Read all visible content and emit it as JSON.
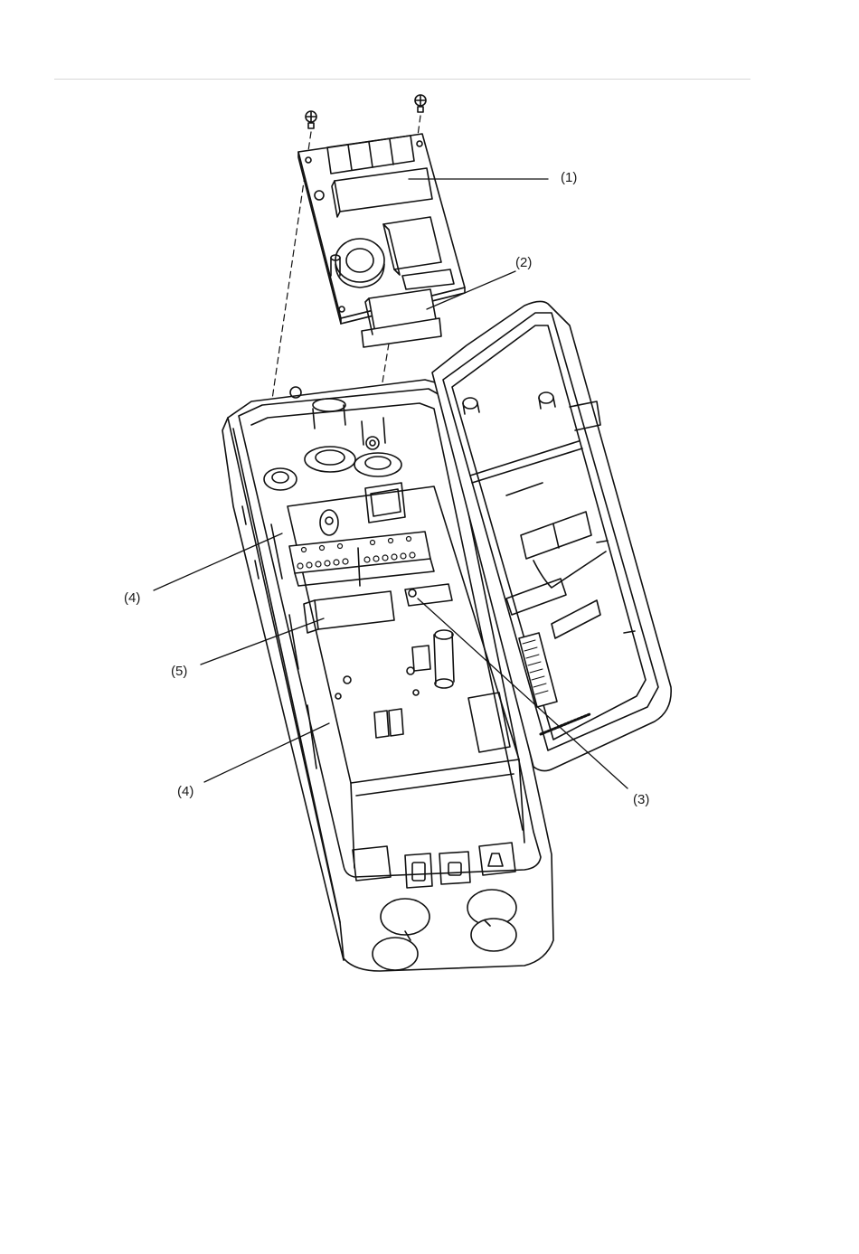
{
  "figure": {
    "callouts": [
      {
        "id": "c1",
        "label": "(1)"
      },
      {
        "id": "c2",
        "label": "(2)"
      },
      {
        "id": "c3",
        "label": "(3)"
      },
      {
        "id": "c4a",
        "label": "(4)"
      },
      {
        "id": "c5",
        "label": "(5)"
      },
      {
        "id": "c4b",
        "label": "(4)"
      }
    ]
  }
}
